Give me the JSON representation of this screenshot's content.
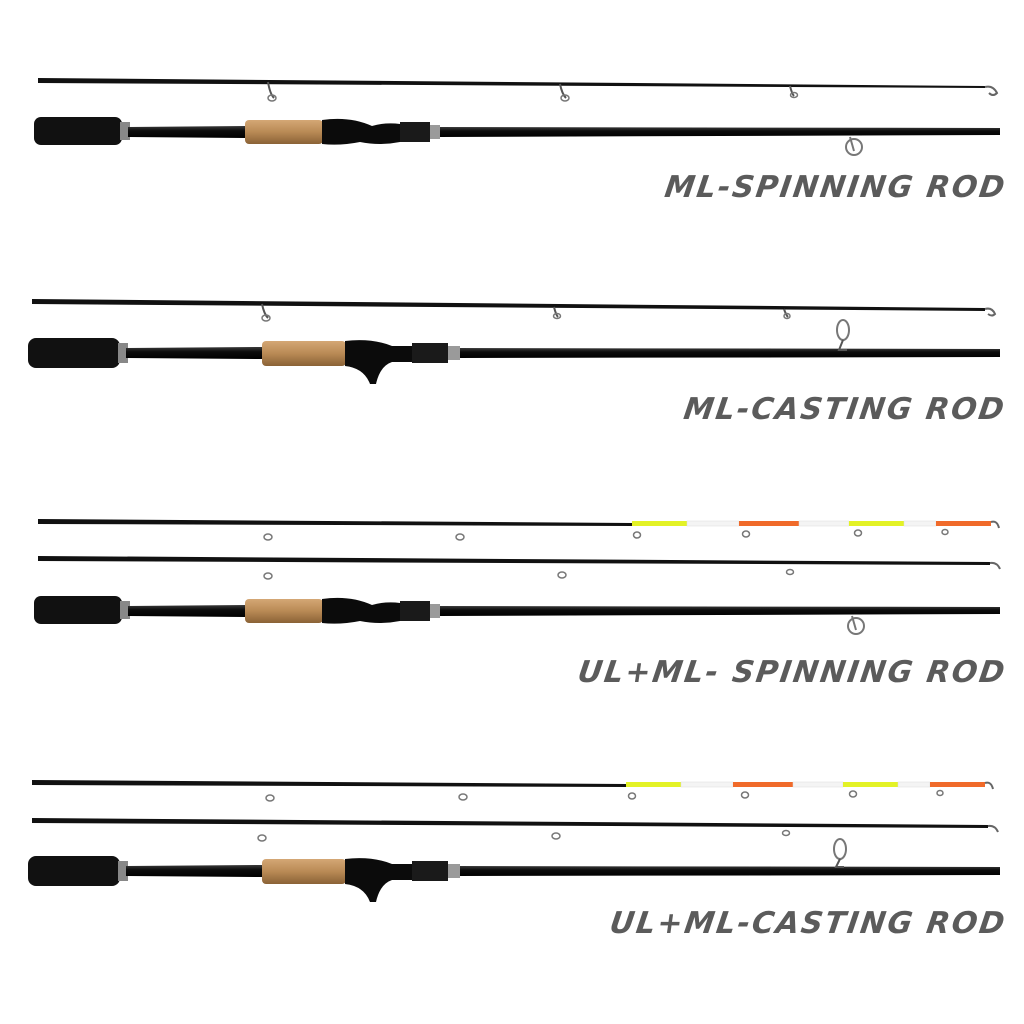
{
  "products": [
    {
      "label": "ML-SPINNING ROD",
      "reel_type": "spinning",
      "tips": [
        "ML"
      ]
    },
    {
      "label": "ML-CASTING ROD",
      "reel_type": "casting",
      "tips": [
        "ML"
      ]
    },
    {
      "label": "UL+ML- SPINNING ROD",
      "reel_type": "spinning",
      "tips": [
        "UL",
        "ML"
      ]
    },
    {
      "label": "UL+ML-CASTING ROD",
      "reel_type": "casting",
      "tips": [
        "UL",
        "ML"
      ]
    }
  ],
  "colors": {
    "blank": "#0c0c0c",
    "cork": "#b98a55",
    "label": "#5b5b5b",
    "tip_yellow": "#e3f226",
    "tip_orange": "#f06a2a",
    "tip_white": "#f4f4f4"
  }
}
